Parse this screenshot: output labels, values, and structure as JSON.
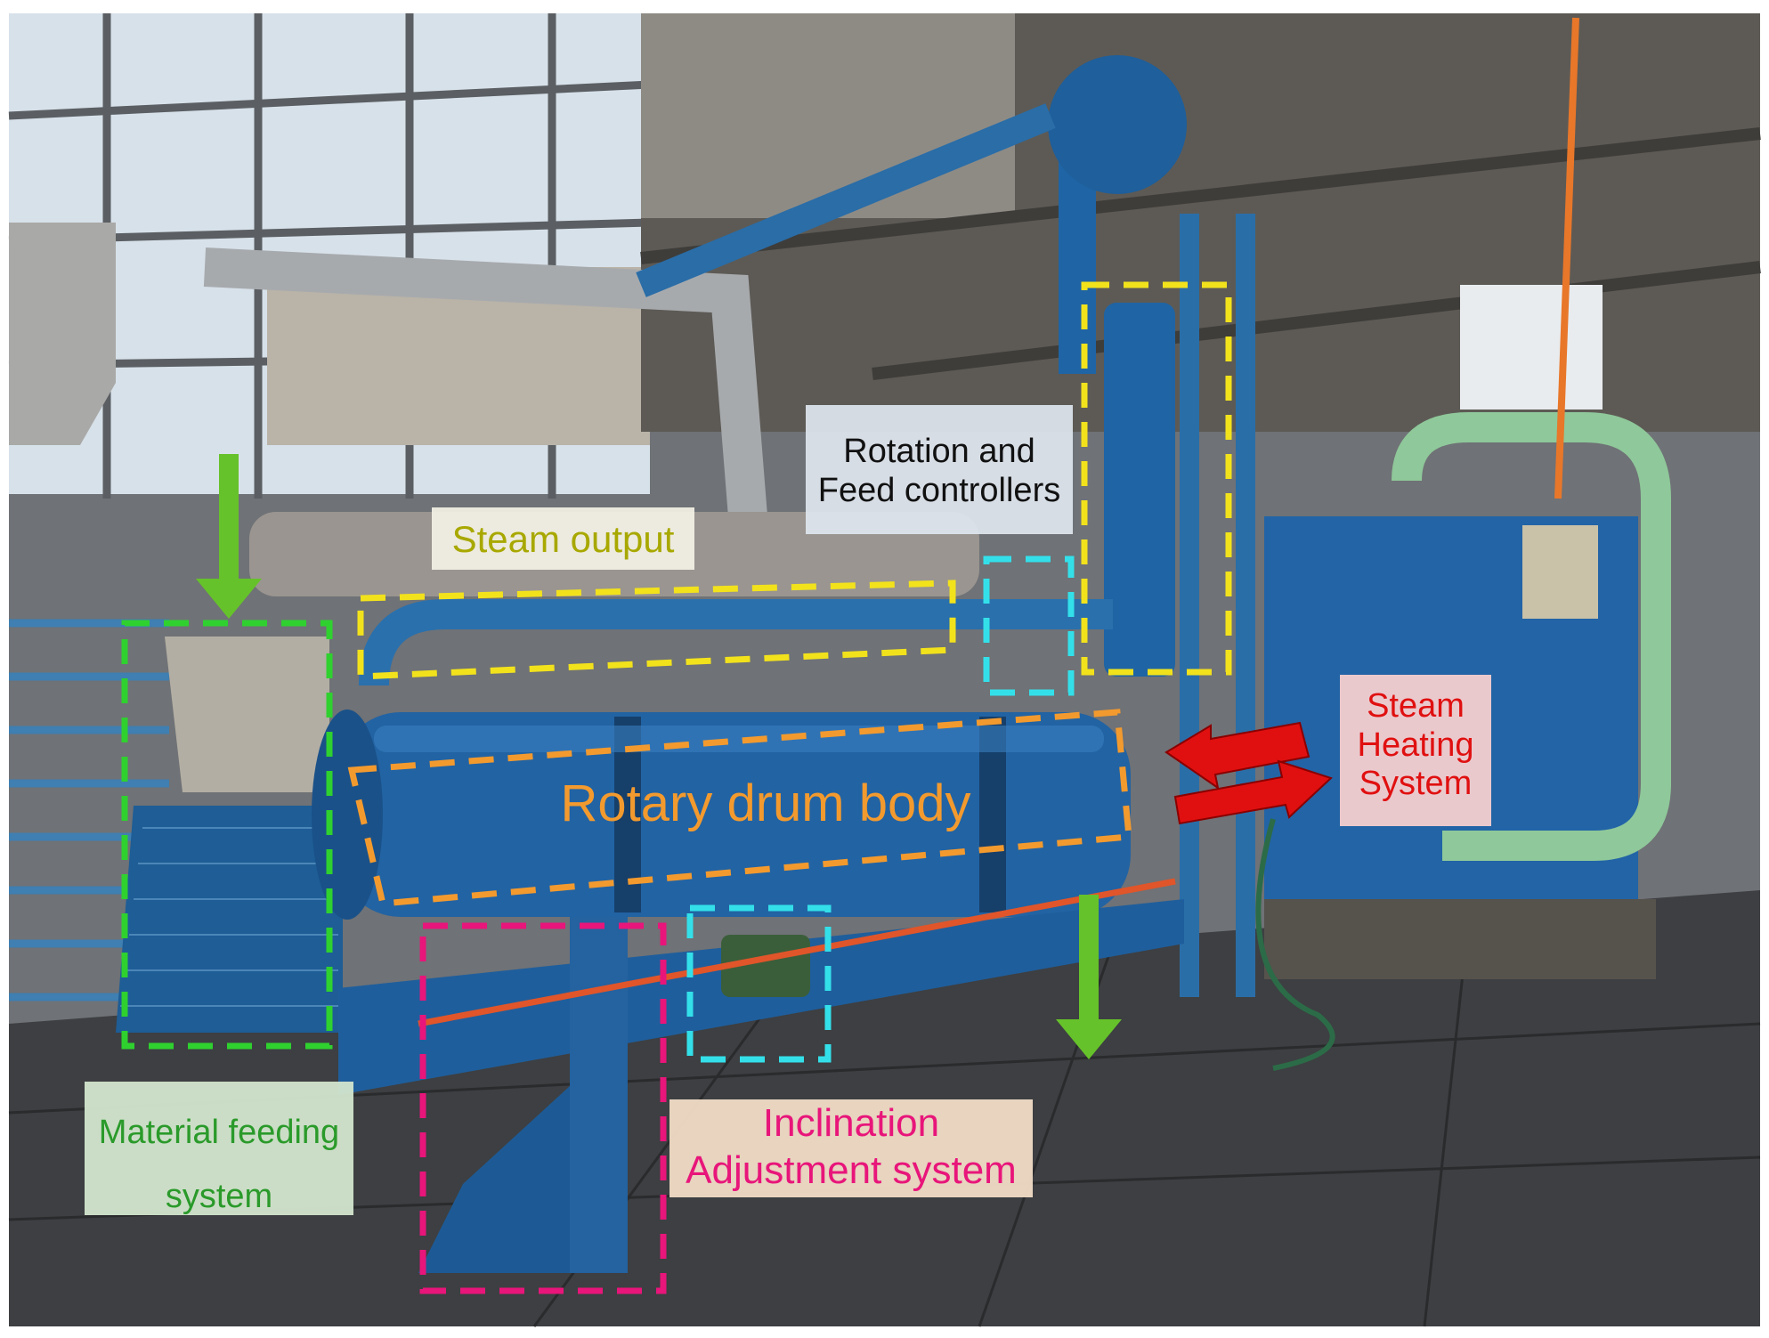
{
  "labels": {
    "rotation_controllers": {
      "line1": "Rotation and",
      "line2": "Feed controllers"
    },
    "steam_output": "Steam output",
    "rotary_drum_body": "Rotary drum body",
    "steam_heating": {
      "line1": "Steam",
      "line2": "Heating",
      "line3": "System"
    },
    "material_feeding": {
      "line1": "Material feeding",
      "line2": "system"
    },
    "inclination": {
      "line1": "Inclination",
      "line2": "Adjustment system"
    }
  },
  "colors": {
    "steam_output": "#a8a800",
    "drum_body": "#f39a2e",
    "feeding": "#2fb82f",
    "inclination": "#e8157a",
    "controllers": "#2fd6e0",
    "heating": "#e01010",
    "flow_arrow": "#66c22a"
  }
}
